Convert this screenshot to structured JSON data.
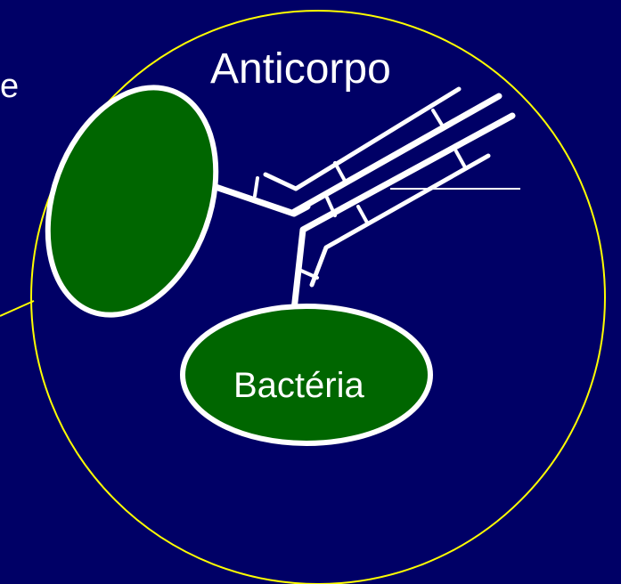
{
  "labels": {
    "fragment": "e",
    "antibody": "Anticorpo",
    "bacterium": "Bactéria"
  },
  "colors": {
    "background": "#000066",
    "circle_outline": "#ffff00",
    "cell_fill": "#006600",
    "outline": "#ffffff",
    "text": "#ffffff"
  }
}
